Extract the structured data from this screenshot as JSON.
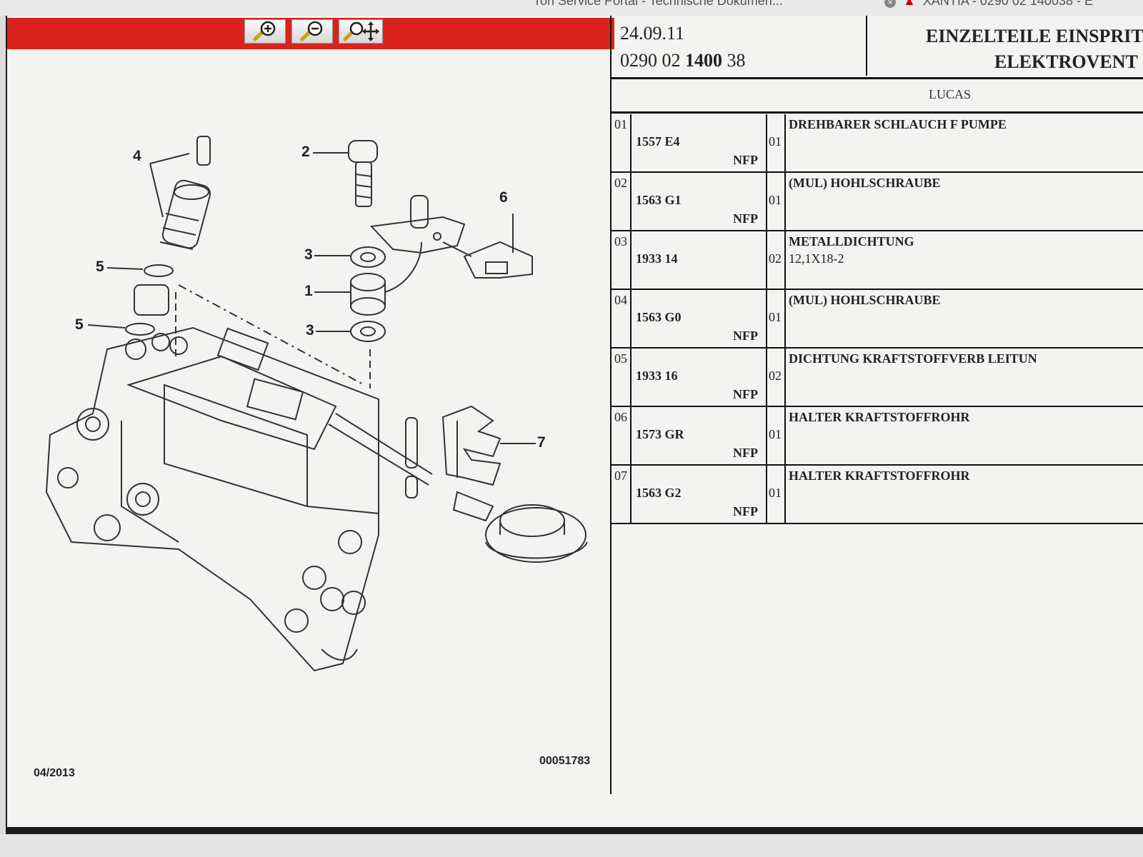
{
  "browser": {
    "tab1_label": "ron Service Portal - Technische Dokumen...",
    "tab2_label": "XANTIA - 0290 02 140038 - E"
  },
  "toolbar": {
    "zoom_in": "zoom-in-icon",
    "zoom_out": "zoom-out-icon",
    "pan_zoom": "pan-zoom-icon",
    "accent_color": "#d8241c"
  },
  "drawing": {
    "callouts": [
      "1",
      "2",
      "3",
      "3",
      "4",
      "5",
      "5",
      "6",
      "7"
    ],
    "date": "04/2013",
    "number": "00051783"
  },
  "header": {
    "date": "24.09.11",
    "ref_prefix": "0290 02",
    "ref_bold": "1400",
    "ref_suffix": "38",
    "title_line1": "EINZELTEILE EINSPRIT",
    "title_line2": "ELEKTROVENT",
    "brand": "LUCAS"
  },
  "parts": [
    {
      "pos": "01",
      "number": "1557 E4",
      "flag": "NFP",
      "qty": "01",
      "desc": "DREHBARER SCHLAUCH F PUMPE",
      "spec": ""
    },
    {
      "pos": "02",
      "number": "1563 G1",
      "flag": "NFP",
      "qty": "01",
      "desc": "(MUL) HOHLSCHRAUBE",
      "spec": ""
    },
    {
      "pos": "03",
      "number": "1933 14",
      "flag": "",
      "qty": "02",
      "desc": "METALLDICHTUNG",
      "spec": "12,1X18-2"
    },
    {
      "pos": "04",
      "number": "1563 G0",
      "flag": "NFP",
      "qty": "01",
      "desc": "(MUL) HOHLSCHRAUBE",
      "spec": ""
    },
    {
      "pos": "05",
      "number": "1933 16",
      "flag": "NFP",
      "qty": "02",
      "desc": "DICHTUNG KRAFTSTOFFVERB LEITUN",
      "spec": ""
    },
    {
      "pos": "06",
      "number": "1573 GR",
      "flag": "NFP",
      "qty": "01",
      "desc": "HALTER KRAFTSTOFFROHR",
      "spec": ""
    },
    {
      "pos": "07",
      "number": "1563 G2",
      "flag": "NFP",
      "qty": "01",
      "desc": "HALTER KRAFTSTOFFROHR",
      "spec": ""
    }
  ]
}
